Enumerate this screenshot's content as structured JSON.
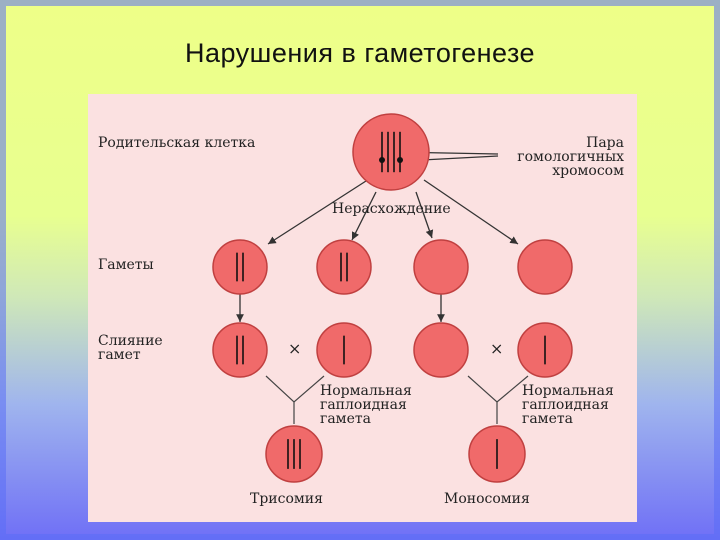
{
  "slide": {
    "title": "Нарушения в гаметогенезе"
  },
  "labels": {
    "parent_cell": "Родительская клетка",
    "homolog_pair": "Пара\nгомологичных\nхромосом",
    "nondisjunction": "Нерасхождение",
    "gametes": "Гаметы",
    "fusion": "Слияние\nгамет",
    "normal_gamete_left": "Нормальная\nгаплоидная\nгамета",
    "normal_gamete_right": "Нормальная\nгаплоидная\nгамета",
    "cross_left": "×",
    "cross_right": "×",
    "trisomy": "Трисомия",
    "monosomy": "Моносомия"
  },
  "colors": {
    "cell_fill": "#f06a6a",
    "cell_stroke": "#c04040",
    "panel_bg": "#fbe1e1",
    "arrow": "#333333",
    "chromosome": "#111111"
  },
  "cells": [
    {
      "id": "parent-cell",
      "chromosomes": 4
    },
    {
      "id": "gamete-1",
      "chromosomes": 2
    },
    {
      "id": "gamete-2",
      "chromosomes": 2
    },
    {
      "id": "gamete-3",
      "chromosomes": 0
    },
    {
      "id": "gamete-4",
      "chromosomes": 0
    },
    {
      "id": "fusion-left-abnormal",
      "chromosomes": 2
    },
    {
      "id": "fusion-left-normal",
      "chromosomes": 1
    },
    {
      "id": "fusion-right-abnormal",
      "chromosomes": 0
    },
    {
      "id": "fusion-right-normal",
      "chromosomes": 1
    },
    {
      "id": "trisomy-cell",
      "chromosomes": 3
    },
    {
      "id": "monosomy-cell",
      "chromosomes": 1
    }
  ]
}
